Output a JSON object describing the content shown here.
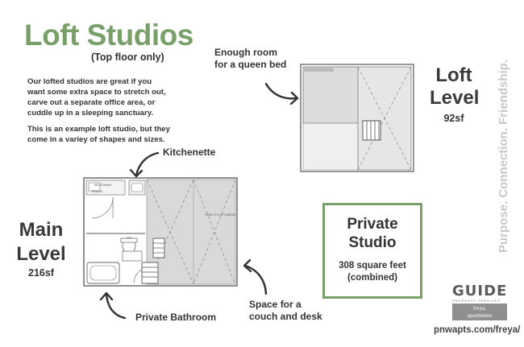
{
  "header": {
    "title": "Loft Studios",
    "subtitle": "(Top floor only)"
  },
  "description": {
    "paragraph1": "Our lofted studios are great if you want some extra space to stretch out, carve out a separate office area, or cuddle up in a sleeping sanctuary.",
    "paragraph2": "This is an example loft studio, but they come in a variey of shapes and sizes."
  },
  "callouts": {
    "queen_bed_line1": "Enough room",
    "queen_bed_line2": "for a queen bed",
    "kitchenette": "Kitchenette",
    "bathroom": "Private Bathroom",
    "couch_line1": "Space for a",
    "couch_line2": "couch and desk"
  },
  "loft_level": {
    "name_line1": "Loft",
    "name_line2": "Level",
    "sf": "92sf"
  },
  "main_level": {
    "name_line1": "Main",
    "name_line2": "Level",
    "sf": "216sf"
  },
  "plan_labels": {
    "microwave": "MICROWAVE",
    "fridge": "FRIDGE",
    "open_to_loft": "OPEN TO LOFT ABOVE"
  },
  "studio_box": {
    "name_line1": "Private",
    "name_line2": "Studio",
    "sqft_line1": "308 square feet",
    "sqft_line2": "(combined)"
  },
  "tagline": "Purpose. Connection. Friendship.",
  "branding": {
    "guide": "GUIDE",
    "guide_sub": "PROPERTY SERVICES",
    "freya_line1": "freya.",
    "freya_line2": "apartments",
    "url": "pnwapts.com/freya/"
  },
  "colors": {
    "accent_green": "#7aa06a",
    "plan_fill": "#d9d9d9",
    "tagline_gray": "#c8c8c8"
  }
}
